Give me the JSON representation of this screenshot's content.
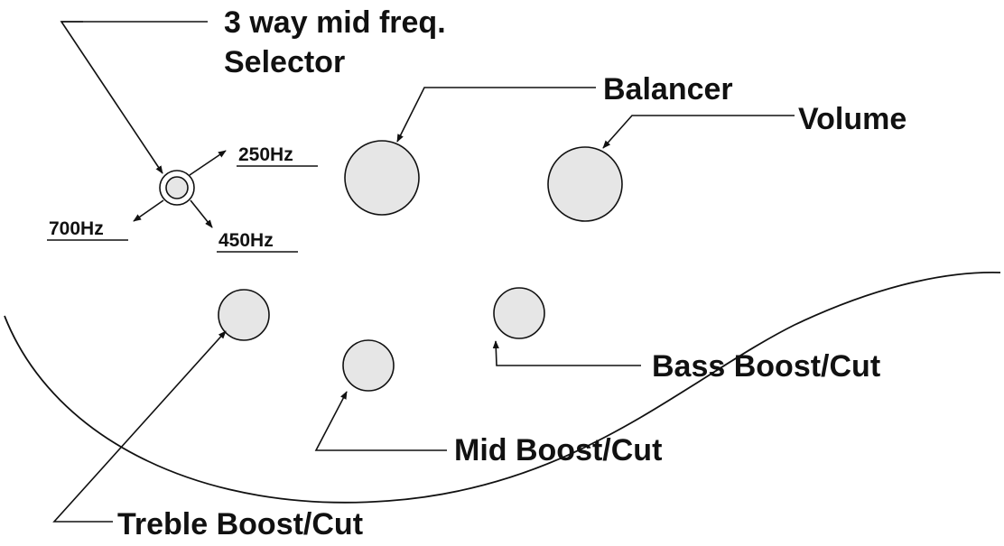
{
  "labels": {
    "selector_line1": "3 way mid freq.",
    "selector_line2": "Selector",
    "freq_250": "250Hz",
    "freq_700": "700Hz",
    "freq_450": "450Hz",
    "balancer": "Balancer",
    "volume": "Volume",
    "bass": "Bass Boost/Cut",
    "mid": "Mid Boost/Cut",
    "treble": "Treble Boost/Cut"
  },
  "colors": {
    "line": "#111111",
    "knob_fill": "#e6e6e6",
    "background": "#ffffff"
  }
}
